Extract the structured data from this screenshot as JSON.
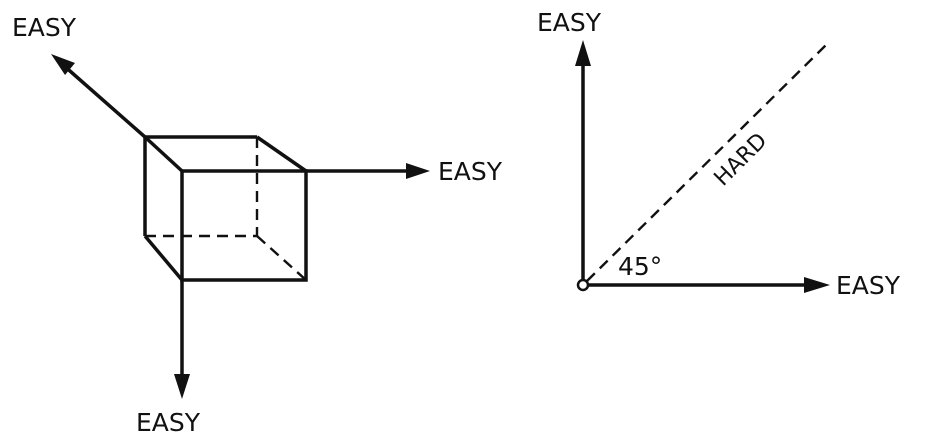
{
  "left_diagram": {
    "label_top_left": "EASY",
    "label_right": "EASY",
    "label_bottom": "EASY"
  },
  "right_diagram": {
    "label_top": "EASY",
    "label_right": "EASY",
    "label_diagonal": "HARD",
    "angle_label": "45°"
  }
}
